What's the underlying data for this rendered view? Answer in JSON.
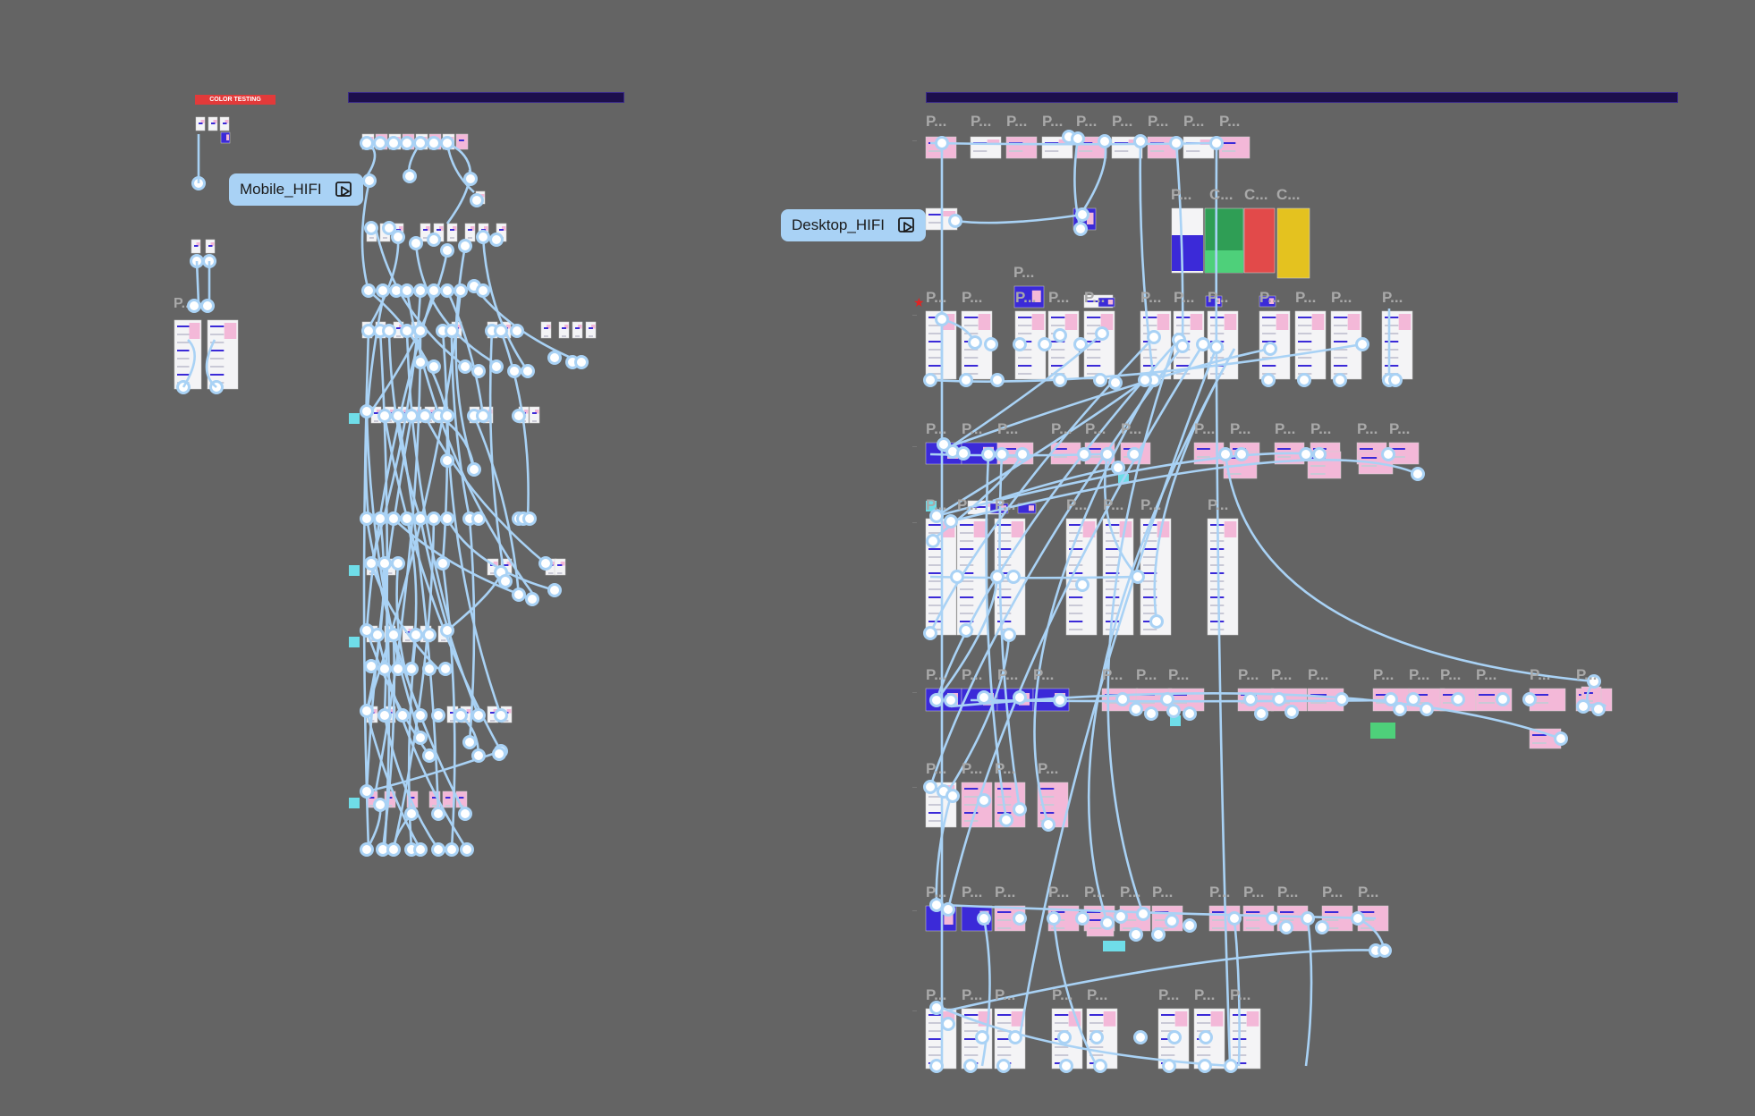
{
  "canvas": {
    "background": "#646464",
    "connector_color": "#a9d2f5",
    "frame_label_color": "#a9a9a9"
  },
  "labels": {
    "color_testing": "COLOR TESTING",
    "mobile_flow": "Mobile_HIFI",
    "desktop_flow": "Desktop_HIFI",
    "frame_short": "P...",
    "frame_short_alt": "C..."
  },
  "icons": {
    "flow_start": "play-frame-icon",
    "starting_frame": "star-icon",
    "connection_node": "circle-node-icon"
  },
  "colors": {
    "frame_white": "#f4f4f6",
    "frame_pink": "#f3b8d8",
    "frame_blue": "#3b2ad8",
    "card_green": "#2f9e55",
    "card_red": "#e24a4a",
    "card_yellow": "#e4c21f",
    "header_bar": "#1d0f4c",
    "note_cyan": "#6fdde8"
  }
}
